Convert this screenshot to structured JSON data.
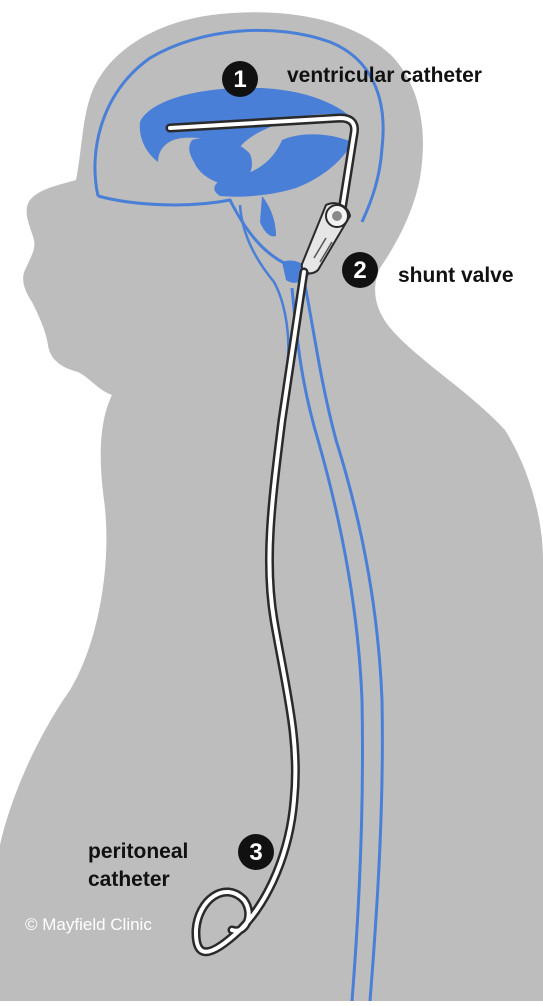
{
  "diagram": {
    "colors": {
      "body_silhouette": "#bdbdbd",
      "csf_spaces": "#4a7fd8",
      "catheter_outline": "#2a2a2a",
      "catheter_fill": "#ffffff",
      "badge": "#111111",
      "badge_text": "#ffffff"
    },
    "callouts": [
      {
        "number": "1",
        "label": "ventricular catheter"
      },
      {
        "number": "2",
        "label": "shunt valve"
      },
      {
        "number": "3",
        "label_line1": "peritoneal",
        "label_line2": "catheter"
      }
    ],
    "copyright": "© Mayfield Clinic"
  }
}
